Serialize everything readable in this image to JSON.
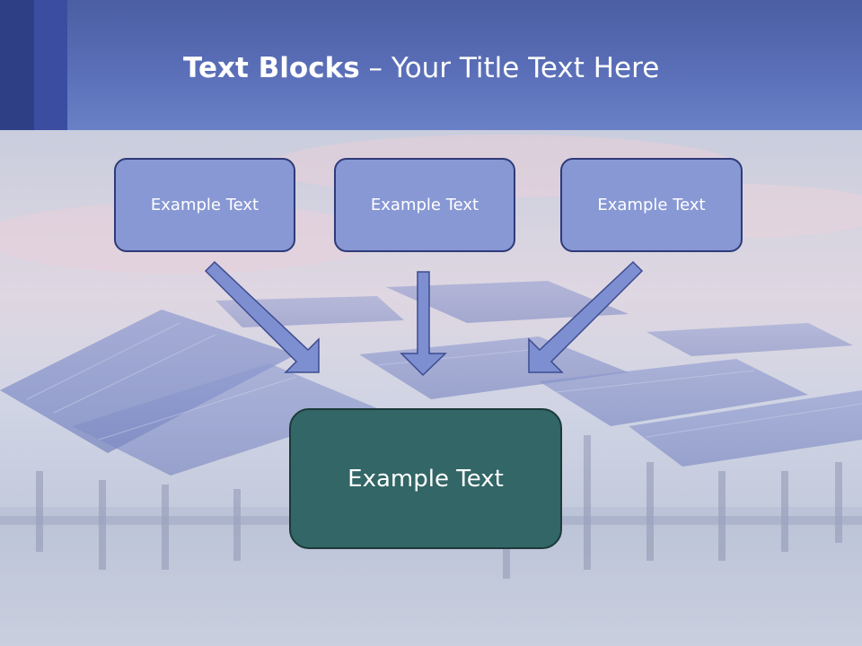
{
  "title": {
    "bold": "Text Blocks",
    "dash": " – ",
    "rest": "Your Title Text Here"
  },
  "blocks": [
    {
      "label": "Example Text"
    },
    {
      "label": "Example Text"
    },
    {
      "label": "Example Text"
    }
  ],
  "main_block": {
    "label": "Example Text"
  },
  "colors": {
    "header": "#5a6fb8",
    "box_fill": "#8898d4",
    "box_border": "#2e3a78",
    "main_fill": "#336666",
    "arrow_fill": "#7d8fd0"
  }
}
